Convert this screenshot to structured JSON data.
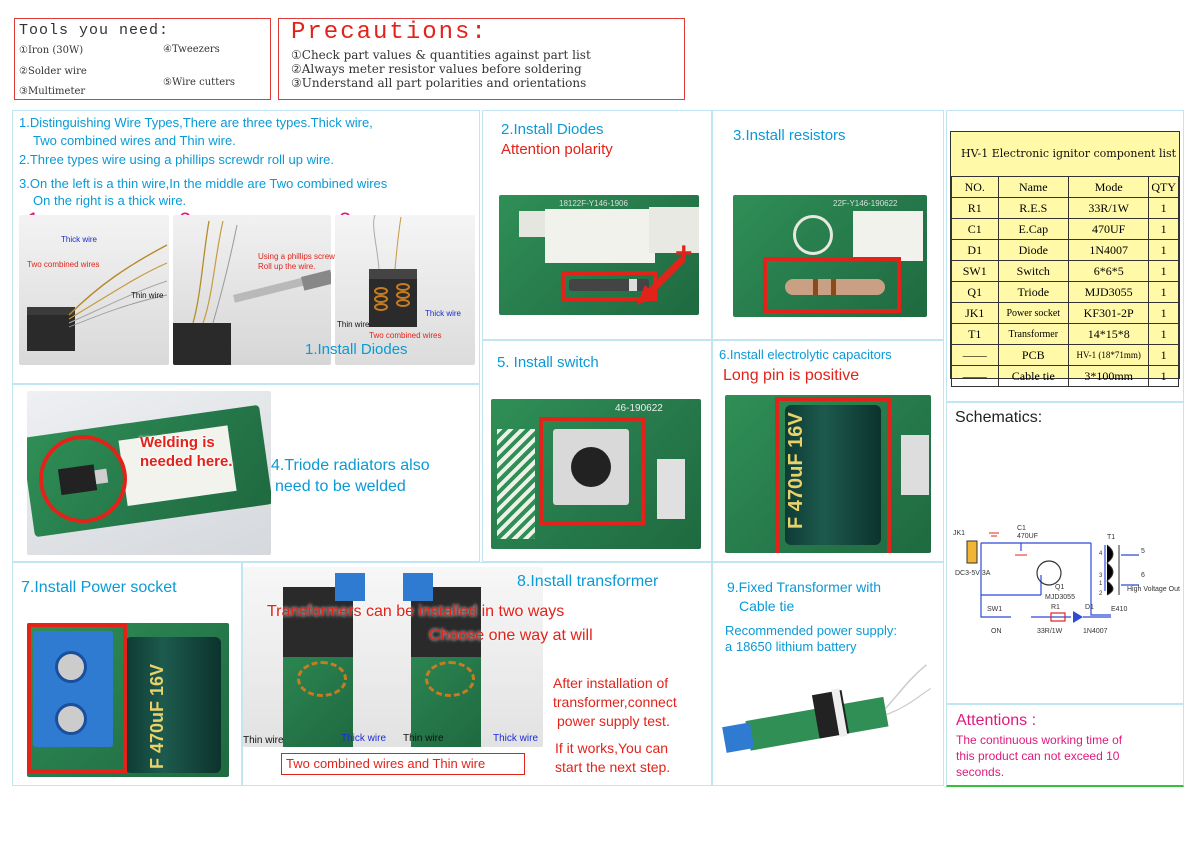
{
  "tools": {
    "title": "Tools you need:",
    "items": [
      "①Iron (30W)",
      "②Solder wire",
      "③Multimeter",
      "④Tweezers",
      "⑤Wire cutters"
    ]
  },
  "precautions": {
    "title": "Precautions:",
    "items": [
      "①Check part values & quantities against part list",
      "②Always meter resistor values before soldering",
      "③Understand all part polarities and orientations"
    ]
  },
  "wires": {
    "line1a": "1.Distinguishing Wire Types,There are three types.Thick wire,",
    "line1b": "Two combined wires and Thin wire.",
    "line2": "2.Three types wire using a phillips screwdr  roll up wire.",
    "line3a": "3.On the left is a thin wire,In the middle are Two combined wires",
    "line3b": "On the right is a thick wire.",
    "num1": "1.",
    "num2": "2.",
    "num3": "3.",
    "thick_wire": "Thick wire",
    "two_combined": "Two combined wires",
    "thin_wire": "Thin wire",
    "using_screwdr": "Using a phillips screwdr,",
    "roll_up": "Roll up the wire.",
    "photo3_thick": "Thick wire",
    "photo3_thin": "Thin wire",
    "photo3_combined": "Two combined wires",
    "install_diodes_caption": "1.Install Diodes"
  },
  "step2": {
    "title": "2.Install Diodes",
    "subtitle": "Attention polarity",
    "plus": "+",
    "silk": "18122F-Y146-1906"
  },
  "step3": {
    "title": "3.Install resistors",
    "silk": "22F-Y146-190622"
  },
  "step4": {
    "welding": "Welding is needed here.",
    "title_a": "4.Triode radiators also",
    "title_b": "need to be welded"
  },
  "step5": {
    "title": "5. Install switch",
    "silk": "46-190622"
  },
  "step6": {
    "title": "6.Install  electrolytic capacitors",
    "subtitle": "Long pin is positive",
    "cap_text": "F 470uF 16V"
  },
  "step7": {
    "title": "7.Install  Power socket",
    "cap_text": "F 470uF 16V"
  },
  "step8": {
    "title": "8.Install  transformer",
    "line1": "Transformers can be installed in two ways",
    "line2": "Choose one way at will",
    "thin1": "Thin wire",
    "thick1": "Thick wire",
    "thin2": "Thin wire",
    "thick2": "Thick wire",
    "combined": "Two combined wires and Thin wire",
    "after1": "After installation of",
    "after2": "transformer,connect",
    "after3": "power supply test.",
    "works1": "If it works,You can",
    "works2": "start the next step."
  },
  "step9": {
    "title_a": "9.Fixed Transformer with",
    "title_b": "Cable tie",
    "rec_a": "Recommended power supply:",
    "rec_b": "a 18650 lithium battery"
  },
  "bom": {
    "title": "HV-1 Electronic ignitor component list",
    "headers": [
      "NO.",
      "Name",
      "Mode",
      "QTY"
    ],
    "rows": [
      [
        "R1",
        "R.E.S",
        "33R/1W",
        "1"
      ],
      [
        "C1",
        "E.Cap",
        "470UF",
        "1"
      ],
      [
        "D1",
        "Diode",
        "1N4007",
        "1"
      ],
      [
        "SW1",
        "Switch",
        "6*6*5",
        "1"
      ],
      [
        "Q1",
        "Triode",
        "MJD3055",
        "1"
      ],
      [
        "JK1",
        "Power socket",
        "KF301-2P",
        "1"
      ],
      [
        "T1",
        "Transformer",
        "14*15*8",
        "1"
      ],
      [
        "——",
        "PCB",
        "HV-1 (18*71mm)",
        "1"
      ],
      [
        "——",
        "Cable tie",
        "3*100mm",
        "1"
      ]
    ]
  },
  "schematic": {
    "title": "Schematics:",
    "jk1": "JK1",
    "c1": "C1",
    "c1v": "470UF",
    "t1": "T1",
    "dc": "DC3-5V 3A",
    "q1": "Q1",
    "q1v": "MJD3055",
    "hv": "High Voltage Out",
    "e410": "E410",
    "sw1": "SW1",
    "on": "ON",
    "r1": "R1",
    "r1v": "33R/1W",
    "d1": "D1",
    "d1v": "1N4007",
    "p4": "4",
    "p3": "3",
    "p5": "5",
    "p6": "6",
    "p1": "1",
    "p2": "2"
  },
  "attentions": {
    "title": "Attentions :",
    "line1": "The continuous working time of",
    "line2": "this product can not exceed 10",
    "line3": "seconds."
  },
  "colors": {
    "accent": "#0a9ad6",
    "warn": "#e2231a",
    "magenta": "#e0197d",
    "bom_bg": "#fff9a8"
  }
}
